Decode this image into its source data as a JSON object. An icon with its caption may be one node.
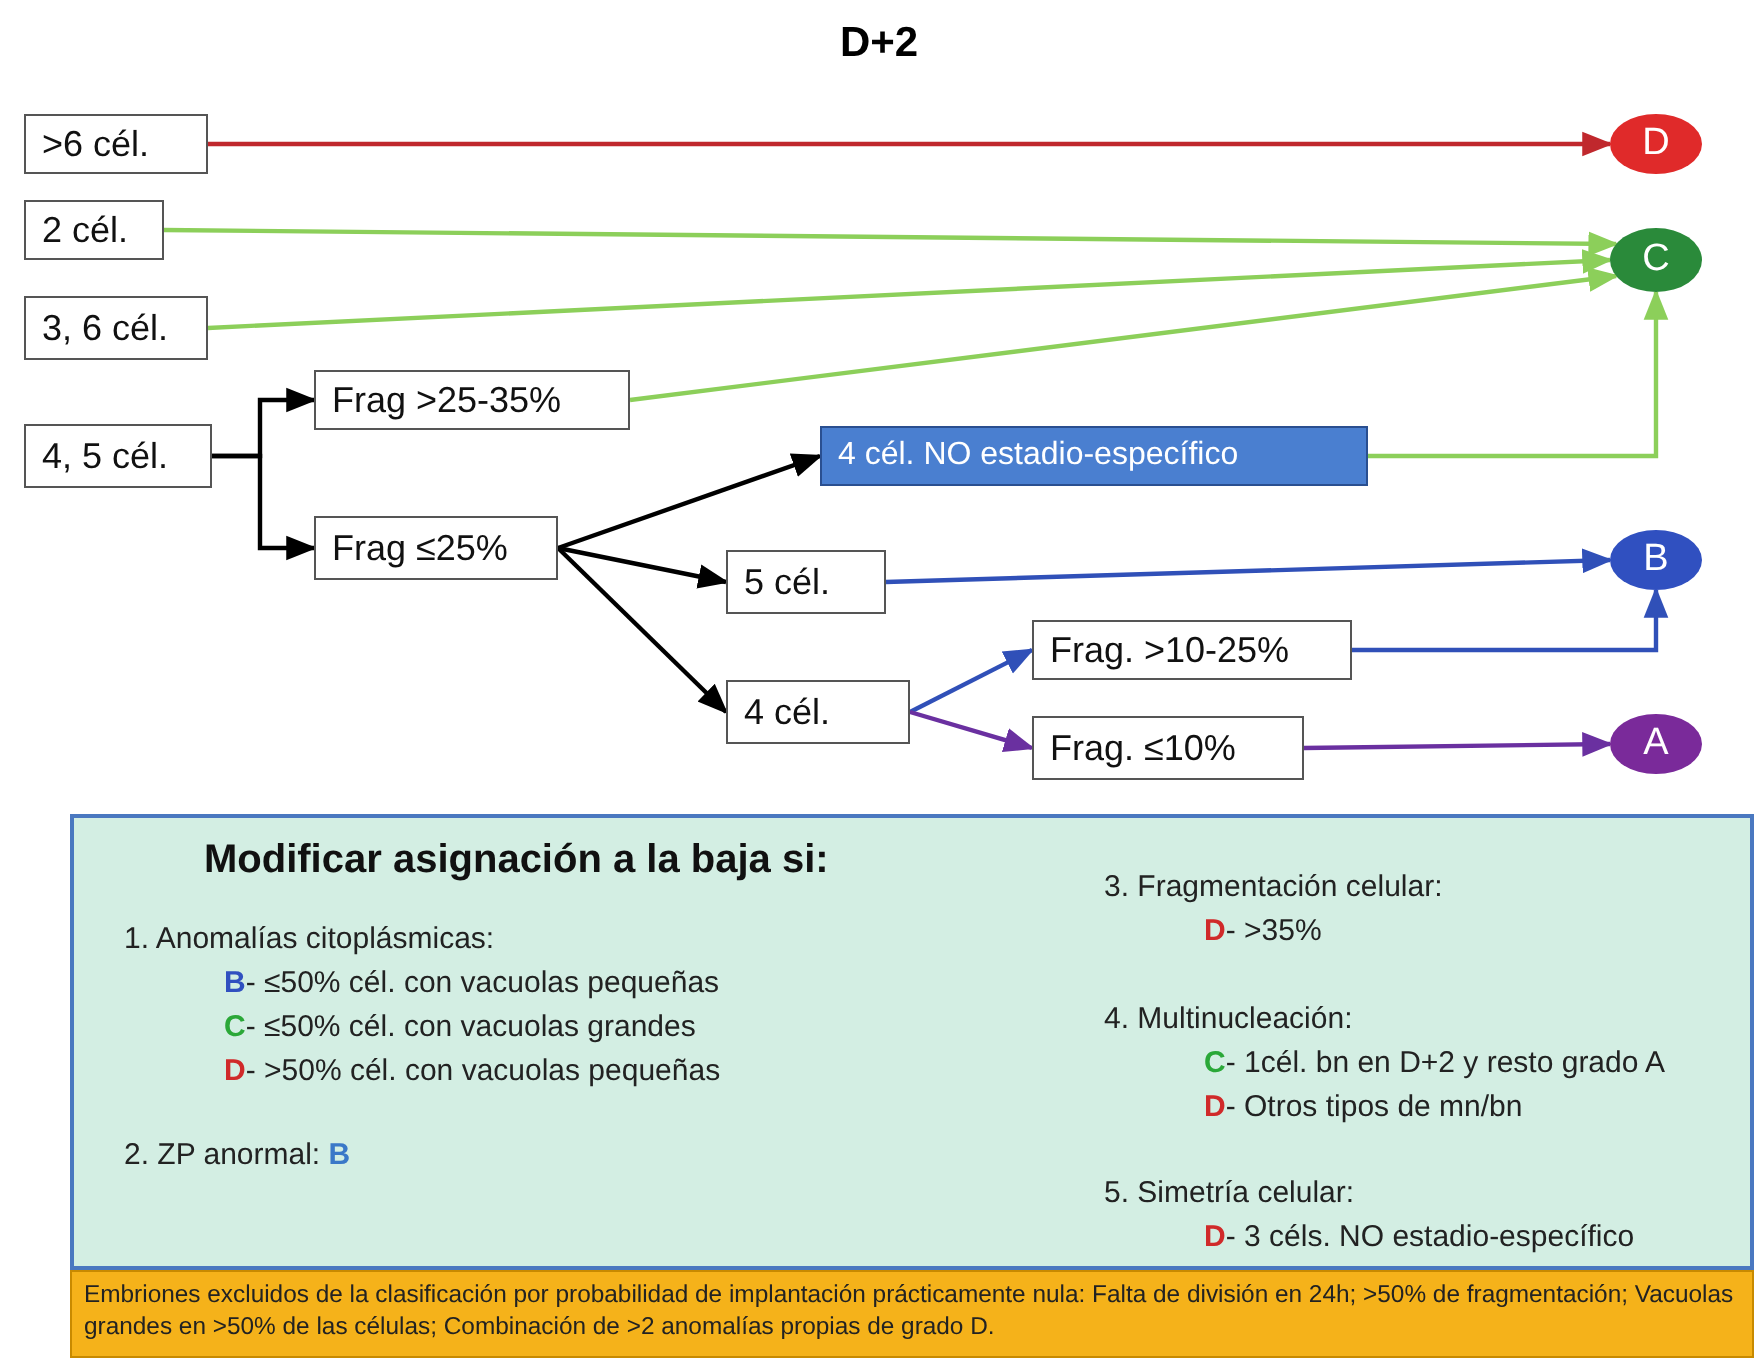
{
  "diagram": {
    "title": "D+2",
    "nodes": [
      {
        "text": [
          ">6  cél."
        ]
      },
      {
        "text": [
          "2 cél."
        ]
      },
      {
        "text": [
          "3, 6 cél."
        ]
      },
      {
        "text": [
          "4, 5 cél."
        ]
      },
      {
        "text": [
          "Frag >25-35%"
        ]
      },
      {
        "text": [
          "Frag ≤25%"
        ]
      },
      {
        "text": [
          "4 cél. NO estadio-específico"
        ]
      },
      {
        "text": [
          "5 cél."
        ]
      },
      {
        "text": [
          "4 cél."
        ]
      },
      {
        "text": [
          "Frag. >10-25%"
        ]
      },
      {
        "text": [
          "Frag. ≤10%"
        ]
      },
      {
        "text": [
          "D"
        ]
      },
      {
        "text": [
          "C"
        ]
      },
      {
        "text": [
          "B"
        ]
      },
      {
        "text": [
          "A"
        ]
      },
      {
        "text": [
          "Modificar asignación a la baja si:",
          "1. Anomalías citoplásmicas:",
          "**B**- ≤50% cél. con vacuolas pequeñas",
          "**C**- ≤50% cél. con vacuolas grandes",
          "**D**- >50% cél. con vacuolas pequeñas",
          "2. ZP anormal: **B**",
          "3. Fragmentación celular:",
          "**D**- >35%",
          "4. Multinucleación:",
          "**C**- 1cél. bn en D+2 y resto grado A",
          "**D**- Otros tipos de mn/bn",
          "5. Simetría celular:",
          "**D**- 3 céls. NO estadio-específico"
        ]
      },
      {
        "text": [
          "Embriones excluidos de la clasificación por probabilidad de implantación prácticamente nula: Falta de división en 24h; >50% de fragmentación; Vacuolas grandes en >50% de las células; Combinación de >2 anomalías propias de grado D."
        ]
      }
    ],
    "edges": [
      {
        "from": 0,
        "to": 11,
        "arrow": "to",
        "color": "#c0282d"
      },
      {
        "from": 1,
        "to": 12,
        "arrow": "to",
        "color": "#8ccf5a"
      },
      {
        "from": 2,
        "to": 12,
        "arrow": "to",
        "color": "#8ccf5a"
      },
      {
        "from": 4,
        "to": 12,
        "arrow": "to",
        "color": "#8ccf5a"
      },
      {
        "from": 6,
        "to": 12,
        "arrow": "to",
        "color": "#8ccf5a"
      },
      {
        "from": 3,
        "to": 4,
        "arrow": "to"
      },
      {
        "from": 3,
        "to": 5,
        "arrow": "to"
      },
      {
        "from": 5,
        "to": 6,
        "arrow": "to"
      },
      {
        "from": 5,
        "to": 7,
        "arrow": "to"
      },
      {
        "from": 5,
        "to": 8,
        "arrow": "to"
      },
      {
        "from": 7,
        "to": 13,
        "arrow": "to",
        "color": "#3050b8"
      },
      {
        "from": 9,
        "to": 13,
        "arrow": "to",
        "color": "#3050b8"
      },
      {
        "from": 8,
        "to": 9,
        "arrow": "to",
        "color": "#3050b8"
      },
      {
        "from": 8,
        "to": 10,
        "arrow": "to",
        "color": "#6a30a0"
      },
      {
        "from": 10,
        "to": 14,
        "arrow": "to",
        "color": "#6a30a0"
      }
    ]
  }
}
